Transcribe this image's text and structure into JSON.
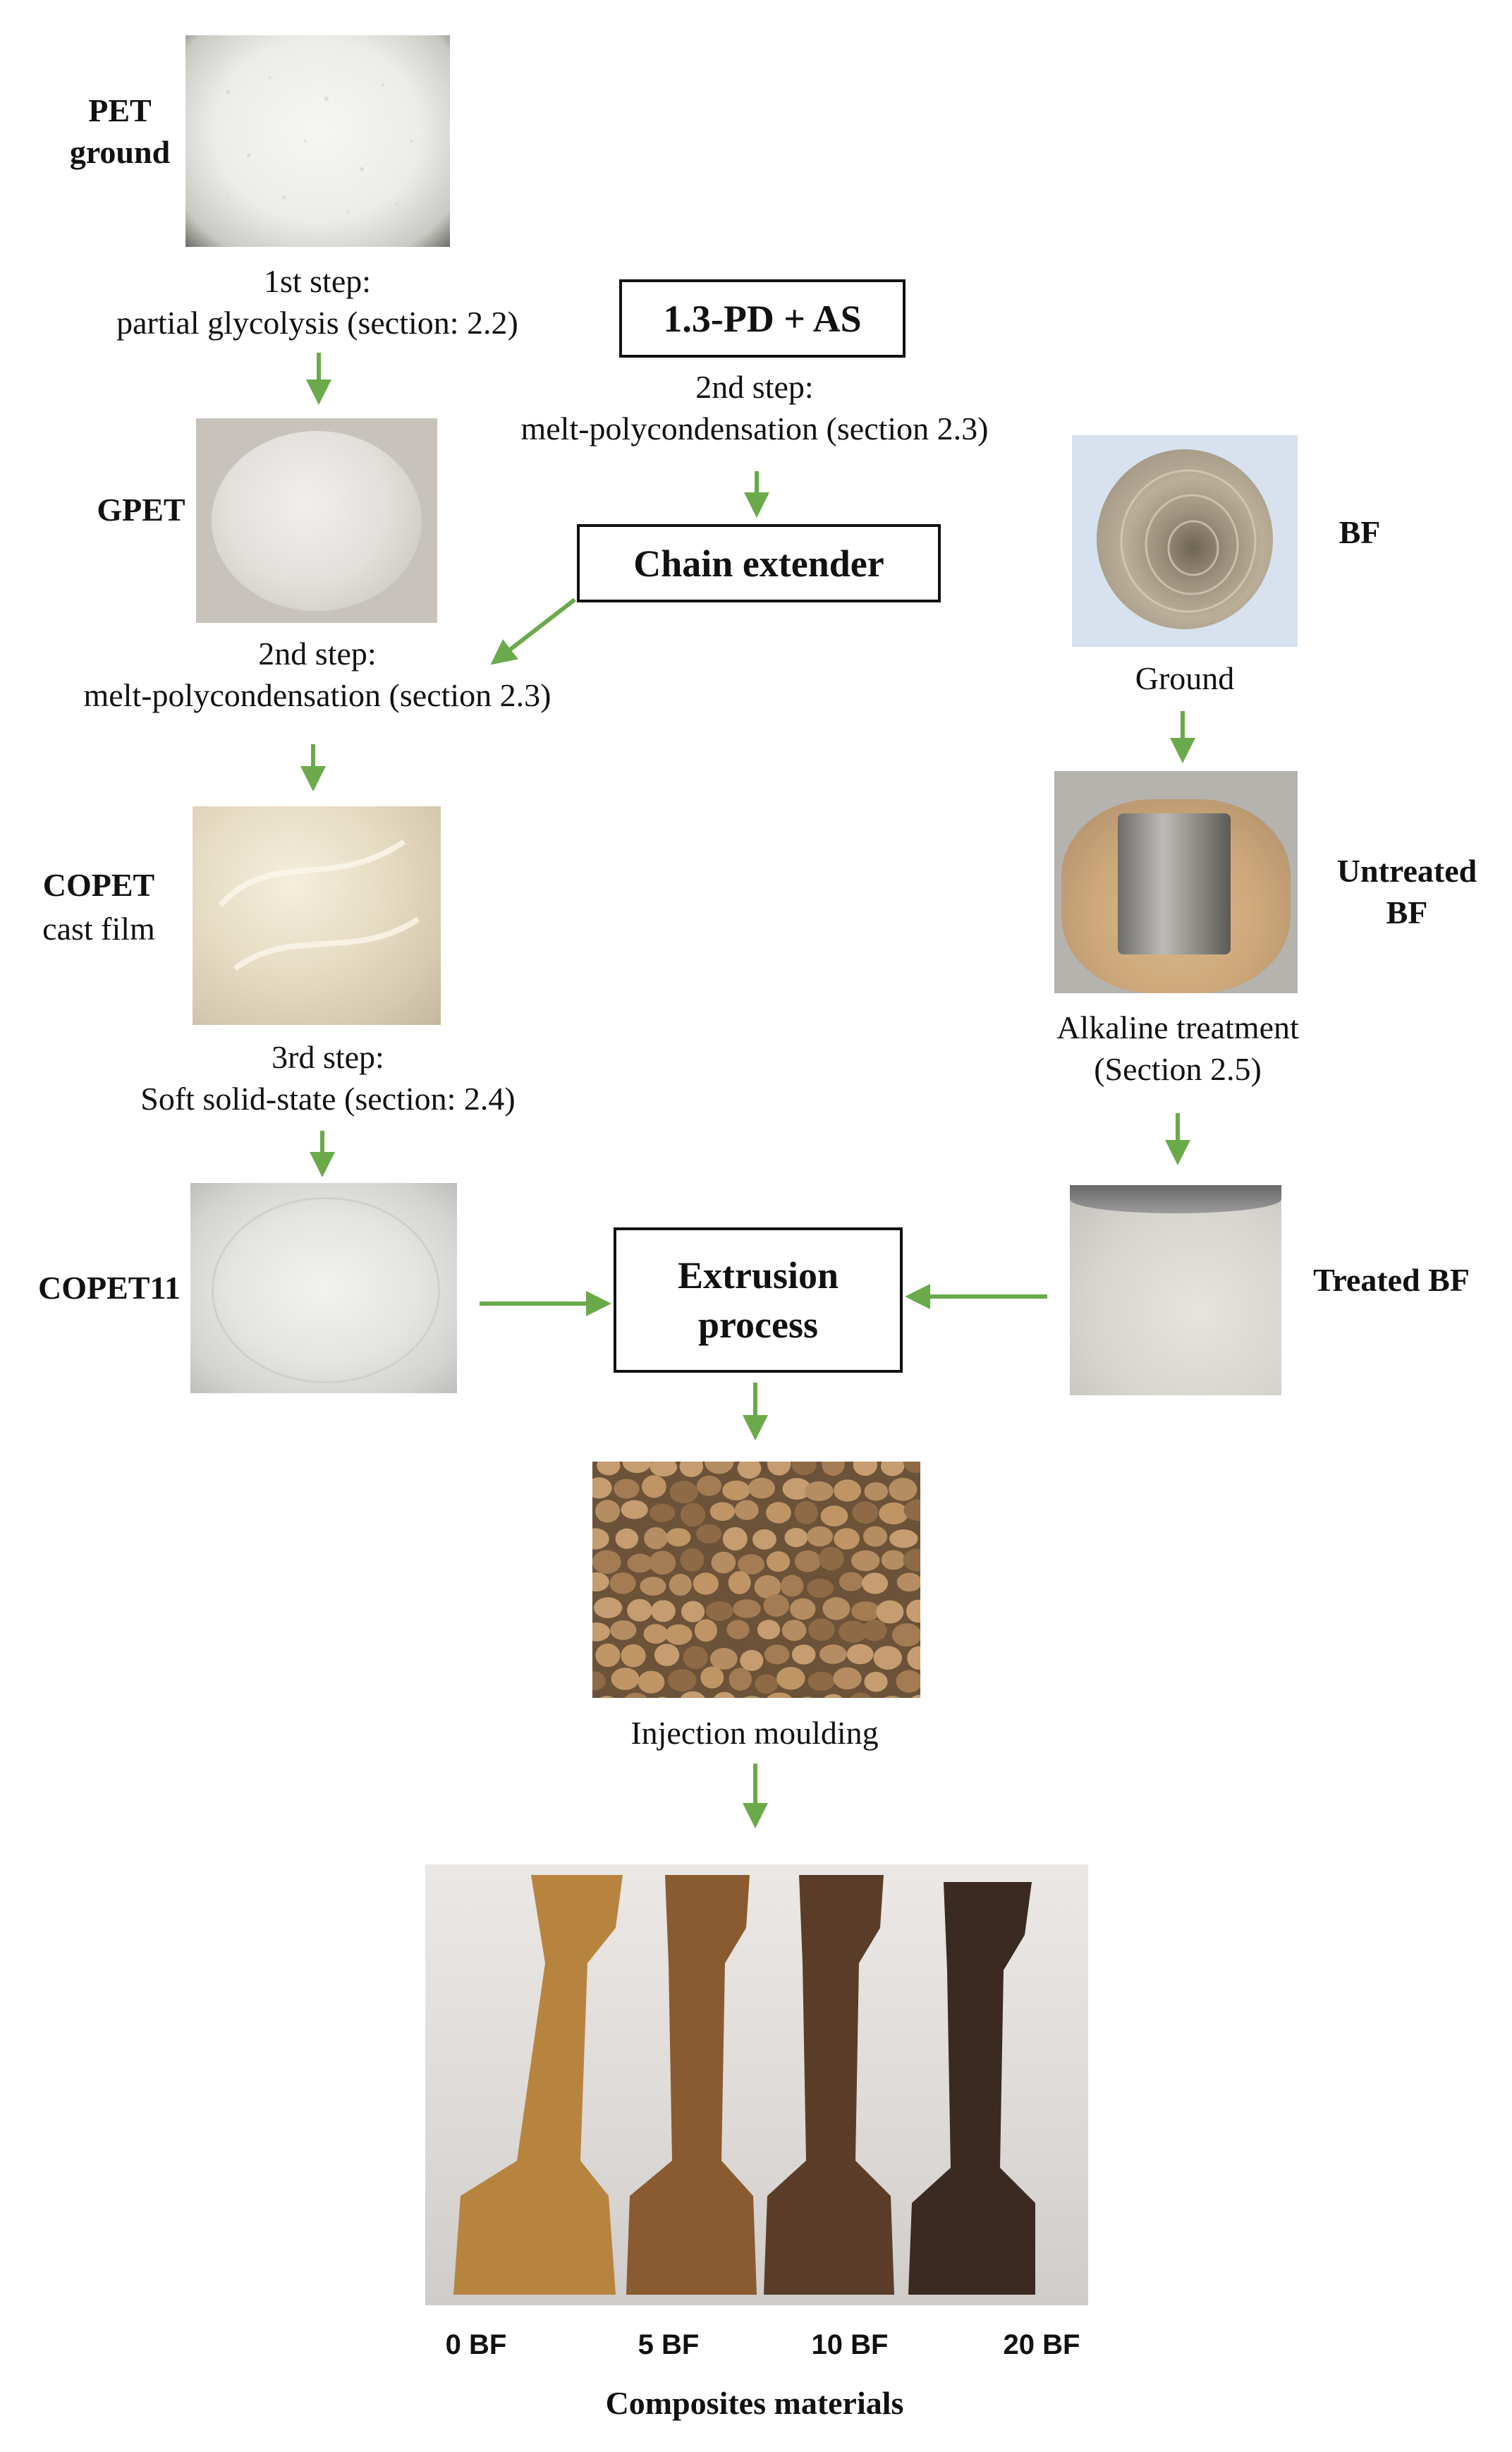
{
  "nodes": {
    "pet_ground": "PET\nground",
    "gpet": "GPET",
    "copet": "COPET",
    "copet_sub": "cast film",
    "copet11": "COPET11",
    "bf": "BF",
    "untreated_bf": "Untreated\nBF",
    "treated_bf": "Treated BF",
    "reagents": "1.3-PD + AS",
    "chain_extender": "Chain extender",
    "extrusion": "Extrusion\nprocess"
  },
  "steps": {
    "step1": "1st step:\npartial glycolysis (section: 2.2)",
    "step2_top": "2nd step:\nmelt-polycondensation (section 2.3)",
    "step2_left": "2nd step:\nmelt-polycondensation (section 2.3)",
    "step3": "3rd step:\nSoft solid-state (section: 2.4)",
    "ground": "Ground",
    "alkaline": "Alkaline treatment\n(Section 2.5)",
    "injection": "Injection moulding"
  },
  "samples": [
    "0 BF",
    "5 BF",
    "10 BF",
    "20 BF"
  ],
  "caption": "Composites materials",
  "colors": {
    "arrow": "#6aaa4a"
  }
}
